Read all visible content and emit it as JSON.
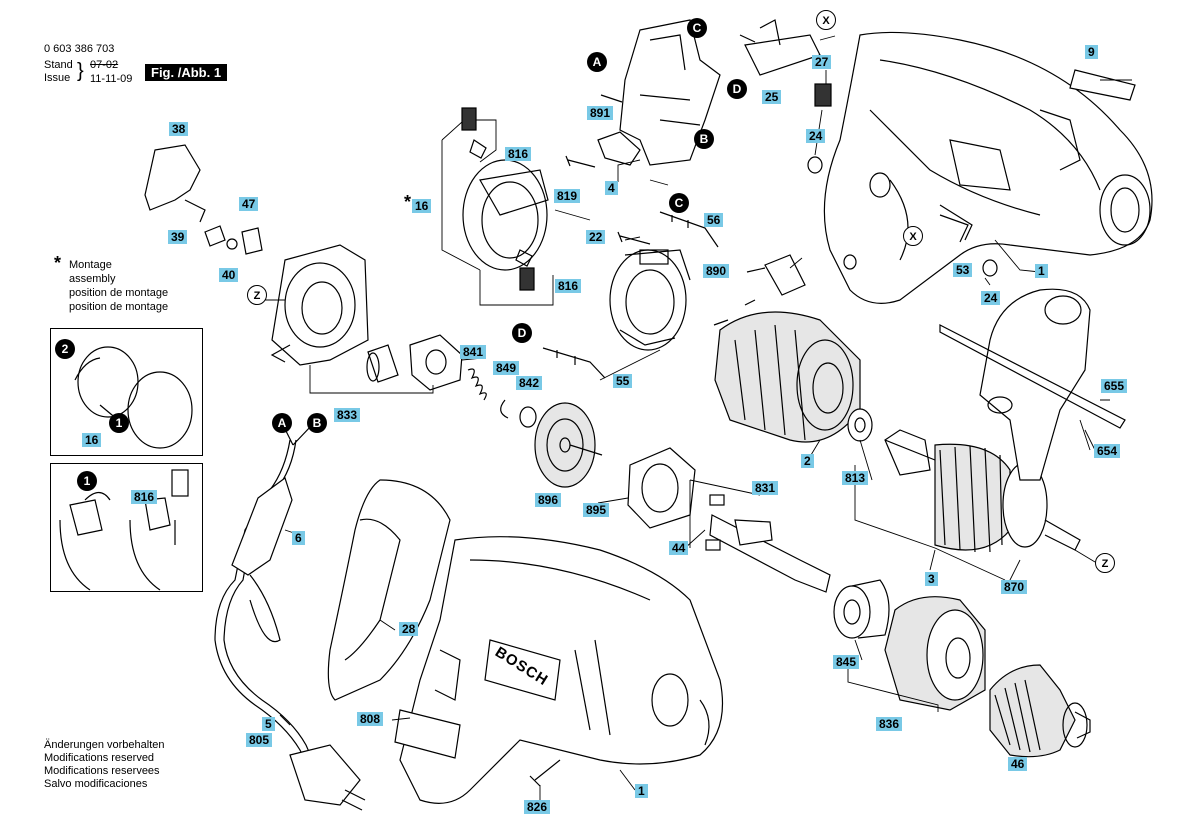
{
  "header": {
    "part_number": "0 603 386 703",
    "stand_label": "Stand",
    "issue_label": "Issue",
    "stand_date": "07-02",
    "issue_date": "11-11-09",
    "figure_label": "Fig. /Abb. 1"
  },
  "note": {
    "asterisk": "*",
    "lines": [
      "Montage",
      "assembly",
      "position de montage",
      "position de montage"
    ]
  },
  "footer": {
    "lines": [
      "Änderungen vorbehalten",
      "Modifications reserved",
      "Modifications reservees",
      "Salvo modificaciones"
    ]
  },
  "markers": {
    "A": "A",
    "B": "B",
    "C": "C",
    "D": "D",
    "X": "X",
    "Z": "Z",
    "one": "1",
    "two": "2"
  },
  "brand_text": "BOSCH",
  "part_labels": {
    "p1": "1",
    "p2": "2",
    "p3": "3",
    "p4": "4",
    "p5": "5",
    "p6": "6",
    "p9": "9",
    "p16": "16",
    "p22": "22",
    "p24": "24",
    "p25": "25",
    "p27": "27",
    "p28": "28",
    "p38": "38",
    "p39": "39",
    "p40": "40",
    "p44": "44",
    "p46": "46",
    "p47": "47",
    "p53": "53",
    "p55": "55",
    "p56": "56",
    "p654": "654",
    "p655": "655",
    "p805": "805",
    "p808": "808",
    "p813": "813",
    "p816": "816",
    "p819": "819",
    "p826": "826",
    "p831": "831",
    "p833": "833",
    "p836": "836",
    "p841": "841",
    "p842": "842",
    "p845": "845",
    "p849": "849",
    "p870": "870",
    "p890": "890",
    "p891": "891",
    "p895": "895",
    "p896": "896"
  }
}
